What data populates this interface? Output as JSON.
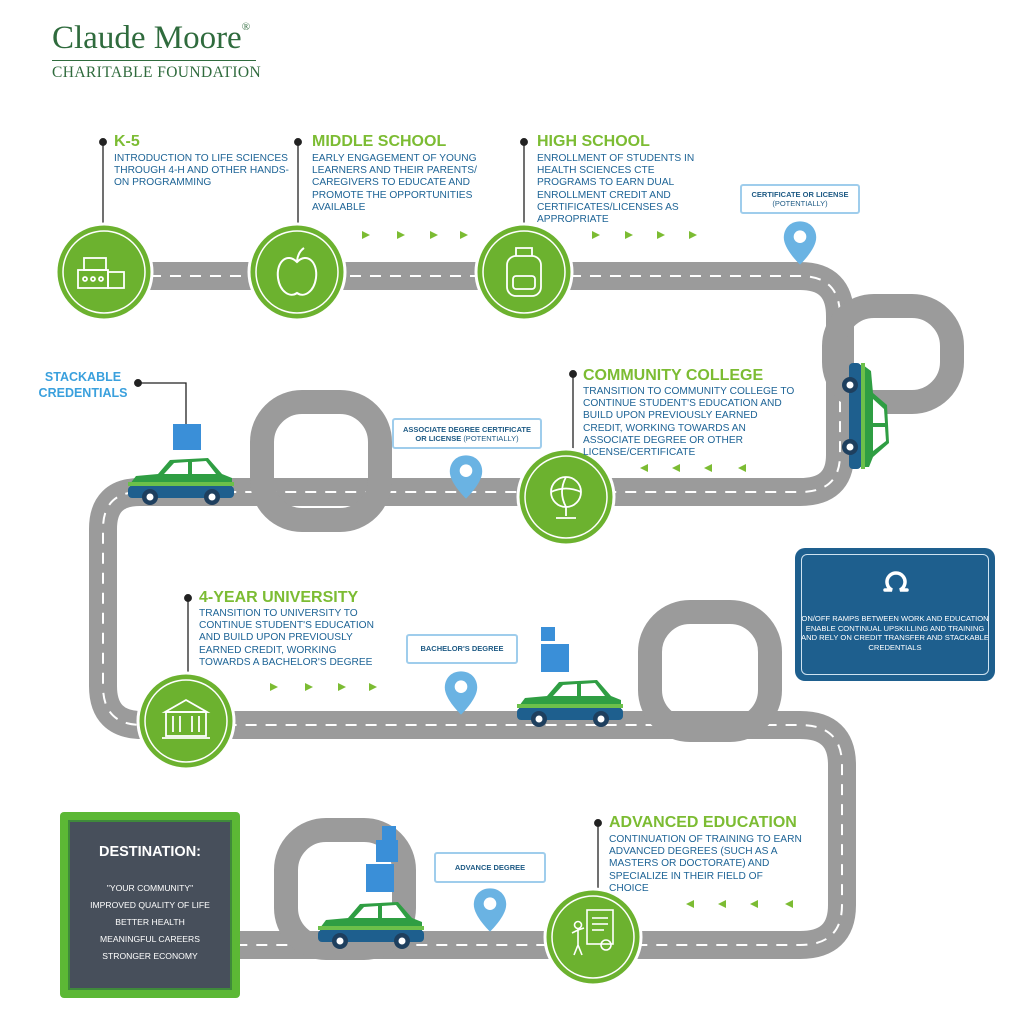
{
  "brand": {
    "name": "Claude Moore",
    "registered": "®",
    "subtitle": "CHARITABLE FOUNDATION"
  },
  "stages": [
    {
      "title": "K-5",
      "description": "INTRODUCTION TO LIFE SCIENCES THROUGH 4-H AND OTHER HANDS-ON PROGRAMMING",
      "icon": "blocks-icon"
    },
    {
      "title": "MIDDLE SCHOOL",
      "description": "EARLY ENGAGEMENT OF YOUNG LEARNERS AND THEIR PARENTS/ CAREGIVERS TO EDUCATE AND PROMOTE THE OPPORTUNITIES AVAILABLE",
      "icon": "apple-icon"
    },
    {
      "title": "HIGH SCHOOL",
      "description": "ENROLLMENT OF STUDENTS IN HEALTH SCIENCES CTE PROGRAMS TO EARN DUAL ENROLLMENT CREDIT AND CERTIFICATES/LICENSES AS APPROPRIATE",
      "icon": "backpack-icon"
    },
    {
      "title": "COMMUNITY COLLEGE",
      "description": "TRANSITION TO COMMUNITY COLLEGE TO CONTINUE STUDENT'S EDUCATION AND BUILD UPON PREVIOUSLY EARNED CREDIT, WORKING TOWARDS AN ASSOCIATE DEGREE OR OTHER LICENSE/CERTIFICATE",
      "icon": "globe-icon"
    },
    {
      "title": "4-YEAR UNIVERSITY",
      "description": "TRANSITION TO UNIVERSITY TO CONTINUE STUDENT'S EDUCATION AND BUILD UPON PREVIOUSLY EARNED CREDIT, WORKING TOWARDS A BACHELOR'S DEGREE",
      "icon": "university-building-icon"
    },
    {
      "title": "ADVANCED EDUCATION",
      "description": "CONTINUATION OF TRAINING TO EARN ADVANCED DEGREES (SUCH AS A MASTERS OR DOCTORATE) AND SPECIALIZE IN THEIR FIELD OF CHOICE",
      "icon": "diploma-icon"
    }
  ],
  "milestones": {
    "certificate": {
      "label": "CERTIFICATE OR LICENSE",
      "note": "(POTENTIALLY)"
    },
    "associate": {
      "label": "ASSOCIATE DEGREE CERTIFICATE OR LICENSE",
      "note": "(POTENTIALLY)"
    },
    "bachelor": {
      "label": "BACHELOR'S DEGREE"
    },
    "advance": {
      "label": "ADVANCE DEGREE"
    }
  },
  "stackable": {
    "line1": "STACKABLE",
    "line2": "CREDENTIALS"
  },
  "onoff": {
    "text": "ON/OFF RAMPS BETWEEN WORK AND EDUCATION ENABLE CONTINUAL UPSKILLING AND TRAINING AND RELY ON CREDIT TRANSFER AND STACKABLE CREDENTIALS",
    "icon": "ramp-loop-icon"
  },
  "destination": {
    "title": "DESTINATION:",
    "lines": [
      "\"YOUR COMMUNITY\"",
      "IMPROVED QUALITY OF LIFE",
      "BETTER HEALTH",
      "MEANINGFUL CAREERS",
      "STRONGER ECONOMY"
    ]
  },
  "colors": {
    "road": "#9b9b9b",
    "road_line": "#ffffff",
    "green_accent": "#7cbc33",
    "circle_fill": "#6cb22f",
    "blue_text": "#1e6496",
    "pin_blue": "#6ab3e3",
    "box_navy": "#1e5f8e",
    "dest_dark": "#474f5b"
  }
}
